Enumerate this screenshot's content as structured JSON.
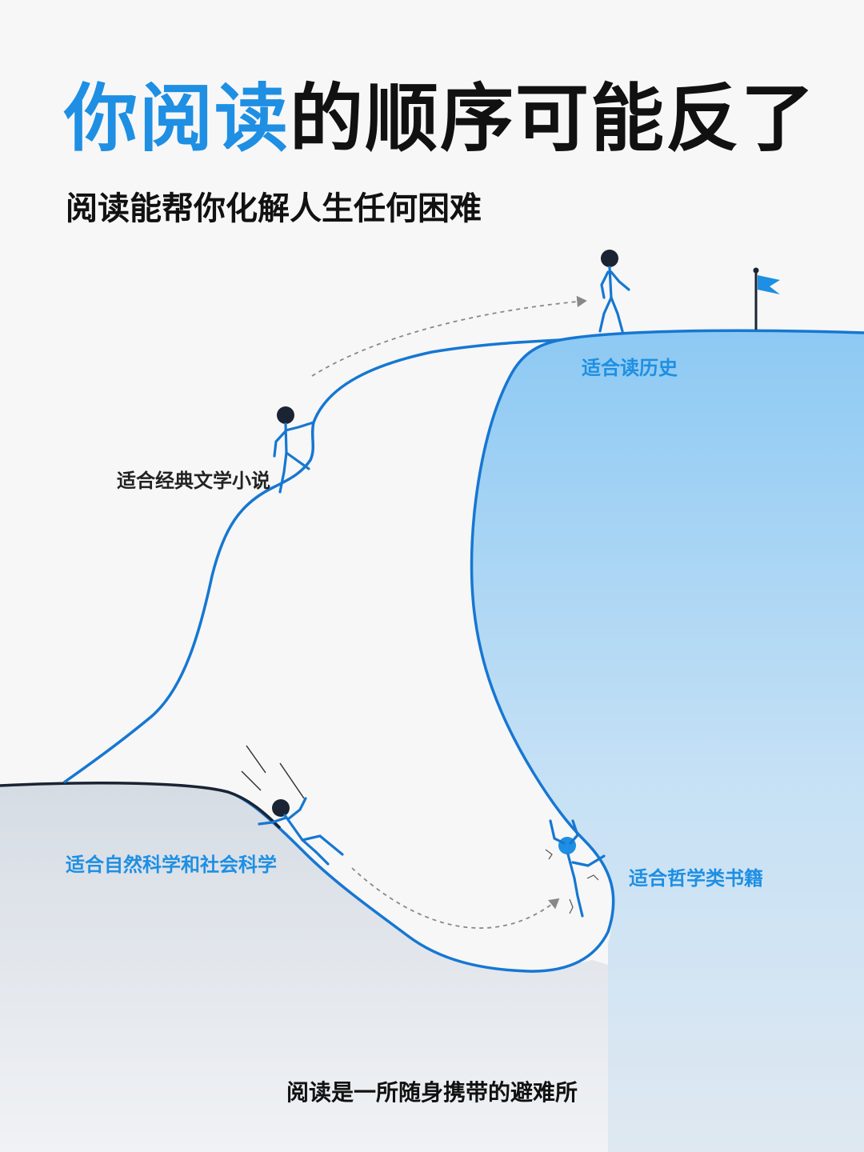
{
  "header": {
    "title_highlight": "你阅读",
    "title_rest": "的顺序可能反了",
    "subtitle": "阅读能帮你化解人生任何困难"
  },
  "labels": {
    "history": "适合读历史",
    "classic": "适合经典文学小说",
    "science": "适合自然科学和社会科学",
    "philosophy": "适合哲学类书籍"
  },
  "footer": "阅读是一所随身携带的避难所",
  "colors": {
    "accent": "#1e8fe3",
    "line_blue": "#1677d2",
    "text_dark": "#111111",
    "text_label": "#222222",
    "ground_dark": "#1a2433"
  }
}
